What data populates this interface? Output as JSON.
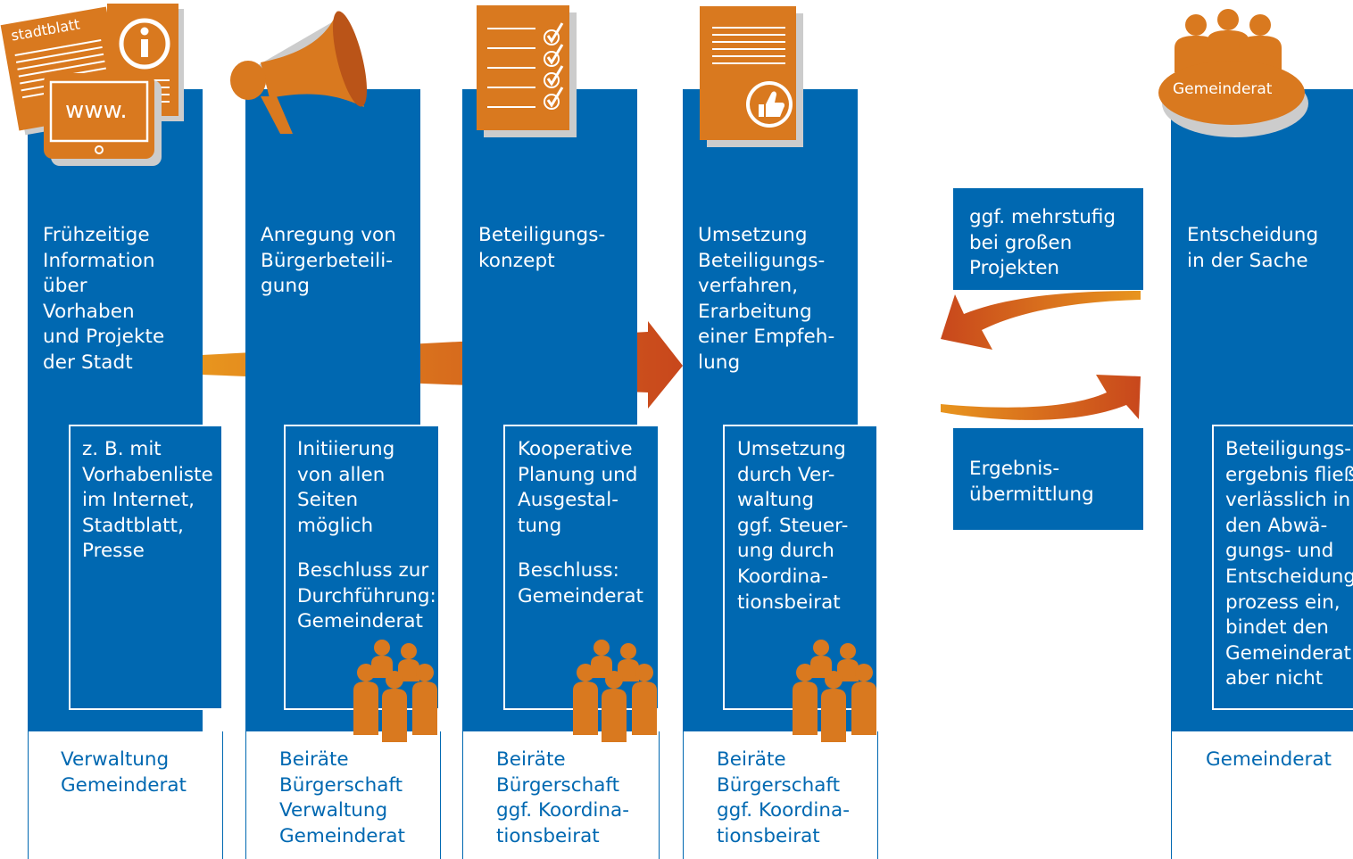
{
  "columns": [
    {
      "title": "Frühzeitige\nInformation\nüber\nVorhaben\nund Projekte\nder Stadt",
      "detail": "z. B. mit\nVorhabenliste\nim Internet,\nStadtblatt,\nPresse",
      "actors": "Verwaltung\nGemeinderat"
    },
    {
      "title": "Anregung von\nBürgerbeteili-\ngung",
      "detail": "Initiierung\nvon allen\nSeiten\nmöglich",
      "decision": "Beschluss zur\nDurchführung:\nGemeinderat",
      "actors": "Beiräte\nBürgerschaft\nVerwaltung\nGemeinderat"
    },
    {
      "title": "Beteiligungs-\nkonzept",
      "detail": "Kooperative\nPlanung und\nAusgestal-\ntung",
      "decision": "Beschluss:\nGemeinderat",
      "actors": "Beiräte\nBürgerschaft\nggf. Koordina-\ntionsbeirat"
    },
    {
      "title": "Umsetzung\nBeteiligungs-\nverfahren,\nErarbeitung\neiner Empfeh-\nlung",
      "detail": "Umsetzung\ndurch Ver-\nwaltung\nggf. Steuer-\nung durch\nKoordina-\ntionsbeirat",
      "actors": "Beiräte\nBürgerschaft\nggf. Koordina-\ntionsbeirat"
    },
    {
      "title": "Entscheidung\nin der Sache",
      "detail": "Beteiligungs-\nergebnis fließt\nverlässlich in\nden Abwä-\ngungs- und\nEntscheidungs-\nprozess ein,\nbindet den\nGemeinderat\naber nicht",
      "actors": "Gemeinderat"
    }
  ],
  "loop": {
    "top": "ggf. mehrstufig\nbei großen\nProjekten",
    "bottom": "Ergebnis-\nübermittlung"
  },
  "icons": {
    "newspaper_label": "stadtblatt",
    "tablet_label": "www.",
    "table_label": "Gemeinderat",
    "names": [
      "newspaper-icon",
      "info-icon",
      "tablet-icon",
      "megaphone-icon",
      "checklist-icon",
      "document-thumbs-up-icon",
      "council-table-icon",
      "people-group-icon"
    ]
  },
  "colors": {
    "blue": "#0068b1",
    "orange": "#d9791f",
    "dark_orange": "#c5501c"
  }
}
